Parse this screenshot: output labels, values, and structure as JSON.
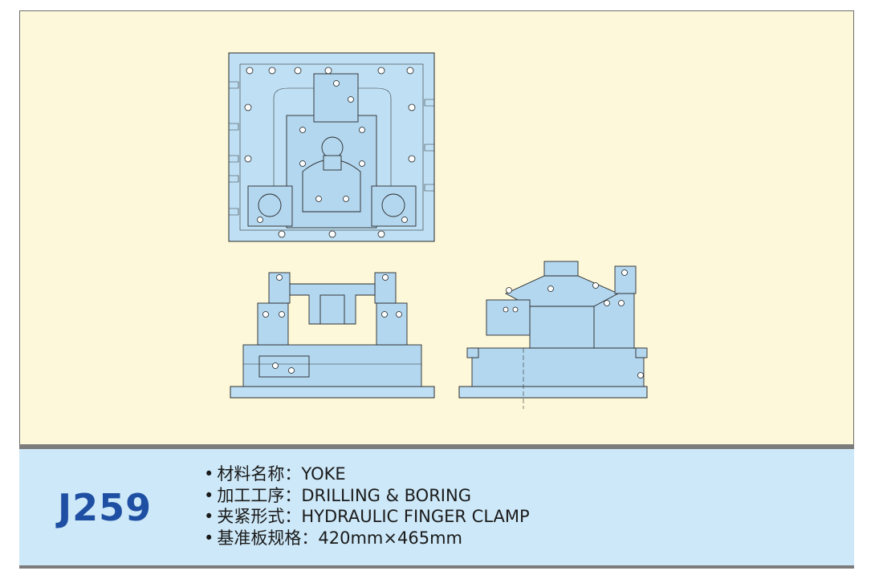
{
  "part_code": "J259",
  "specs": [
    {
      "bullet": "•",
      "text": "材料名称：YOKE"
    },
    {
      "bullet": "•",
      "text": "加工工序：DRILLING & BORING"
    },
    {
      "bullet": "•",
      "text": "夹紧形式：HYDRAULIC FINGER CLAMP"
    },
    {
      "bullet": "•",
      "text": "基准板规格：420mm×465mm"
    }
  ],
  "colors": {
    "drawing_background": "#fdf8d9",
    "info_panel": "#cde8f8",
    "part_code": "#1f4fa3",
    "part_fill": "#bfe0f4"
  }
}
